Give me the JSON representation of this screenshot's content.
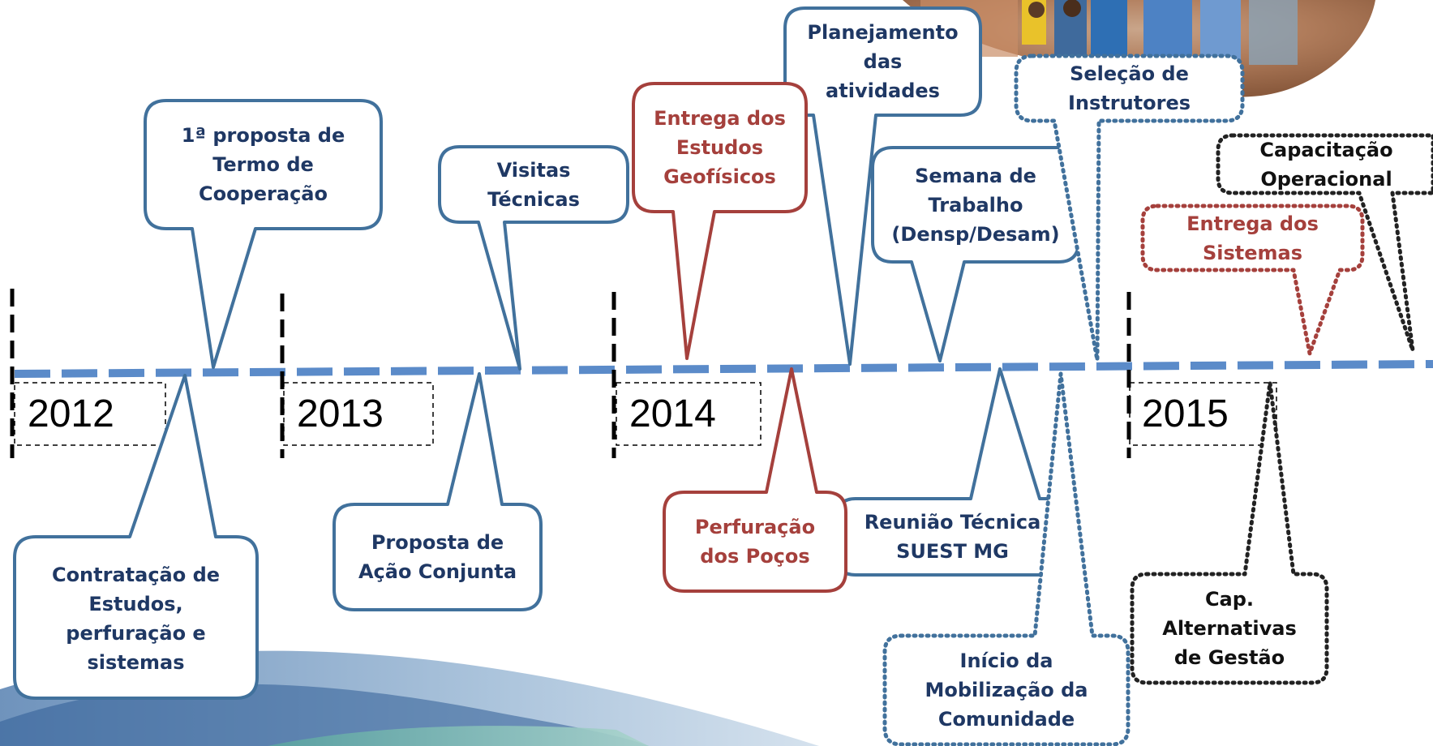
{
  "colors": {
    "blue": "#41719c",
    "red": "#a5403c",
    "dark_blue": "#1f3864",
    "timeline": "#5b8bc9",
    "black": "#222222"
  },
  "years": [
    "2012",
    "2013",
    "2014",
    "2015"
  ],
  "events": [
    {
      "id": "cooperacao",
      "lines": [
        "1ª proposta de",
        "Termo de",
        "Cooperação"
      ],
      "style": "blue"
    },
    {
      "id": "contratacao",
      "lines": [
        "Contratação de",
        "Estudos,",
        "perfuração e",
        "sistemas"
      ],
      "style": "blue"
    },
    {
      "id": "visitas",
      "lines": [
        "Visitas",
        "Técnicas"
      ],
      "style": "blue"
    },
    {
      "id": "acao-conjunta",
      "lines": [
        "Proposta de",
        "Ação Conjunta"
      ],
      "style": "blue"
    },
    {
      "id": "estudos-geofisicos",
      "lines": [
        "Entrega dos",
        "Estudos",
        "Geofísicos"
      ],
      "style": "red"
    },
    {
      "id": "perfuracao",
      "lines": [
        "Perfuração",
        "dos Poços"
      ],
      "style": "red"
    },
    {
      "id": "planejamento",
      "lines": [
        "Planejamento",
        "das",
        "atividades"
      ],
      "style": "blue"
    },
    {
      "id": "semana",
      "lines": [
        "Semana de",
        "Trabalho",
        "(Densp/Desam)"
      ],
      "style": "blue"
    },
    {
      "id": "reuniao",
      "lines": [
        "Reunião Técnica",
        "SUEST MG"
      ],
      "style": "blue"
    },
    {
      "id": "selecao",
      "lines": [
        "Seleção de",
        "Instrutores"
      ],
      "style": "blue-dotted"
    },
    {
      "id": "mobilizacao",
      "lines": [
        "Início da",
        "Mobilização da",
        "Comunidade"
      ],
      "style": "blue-dotted"
    },
    {
      "id": "capacitacao",
      "lines": [
        "Capacitação",
        "Operacional"
      ],
      "style": "black-dotted"
    },
    {
      "id": "entrega-sistemas",
      "lines": [
        "Entrega dos",
        "Sistemas"
      ],
      "style": "red-dotted"
    },
    {
      "id": "alternativas",
      "lines": [
        "Cap.",
        "Alternativas",
        "de Gestão"
      ],
      "style": "black-dotted"
    }
  ]
}
